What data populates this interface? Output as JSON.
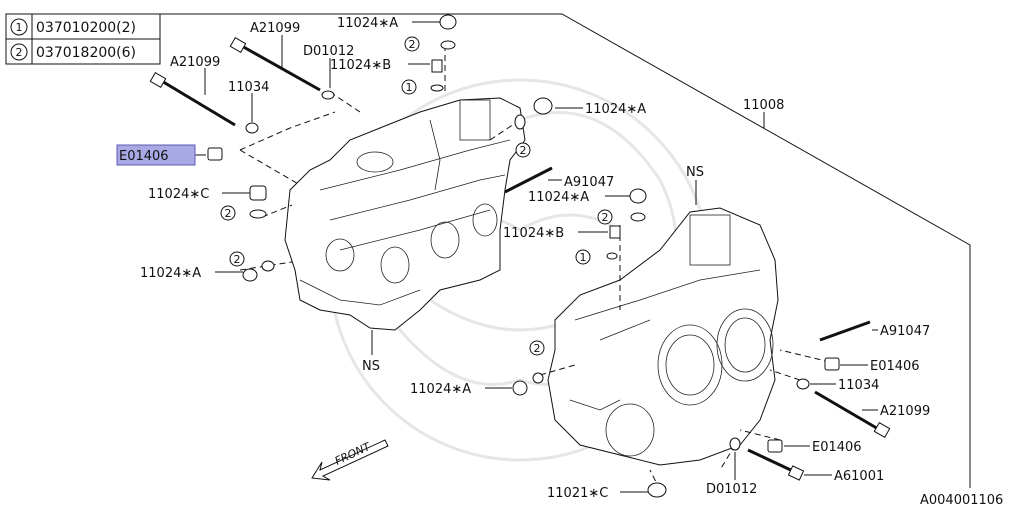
{
  "legend": {
    "rows": [
      {
        "marker": "1",
        "code": "037010200(2)"
      },
      {
        "marker": "2",
        "code": "037018200(6)"
      }
    ]
  },
  "labels": {
    "a21099_top": "A21099",
    "a21099_left": "A21099",
    "d01012_top": "D01012",
    "p11034_top": "11034",
    "e01406_sel": "E01406",
    "p11024a_top": "11024∗A",
    "p11024b_top": "11024∗B",
    "p11024a_mid": "11024∗A",
    "p11008": "11008",
    "p11024c": "11024∗C",
    "a91047_top": "A91047",
    "p11024a_center": "11024∗A",
    "p11024b_center": "11024∗B",
    "p11024a_left": "11024∗A",
    "ns_top": "NS",
    "ns_left": "NS",
    "a91047_right": "A91047",
    "e01406_right": "E01406",
    "p11034_right": "11034",
    "a21099_right": "A21099",
    "p11024a_bottom": "11024∗A",
    "e01406_low": "E01406",
    "a61001": "A61001",
    "p11021c": "11021∗C",
    "d01012_bottom": "D01012",
    "diagram_code": "A004001106",
    "front": "FRONT"
  },
  "markers": {
    "m2_top": "2",
    "m1_top": "1",
    "m2_mid": "2",
    "m2_c": "2",
    "m2_left": "2",
    "m2_center": "2",
    "m1_center": "1",
    "m2_bottom": "2"
  },
  "colors": {
    "selection_fill": "#a9a9e6",
    "selection_border": "#5b5bb0",
    "ink": "#111111"
  }
}
